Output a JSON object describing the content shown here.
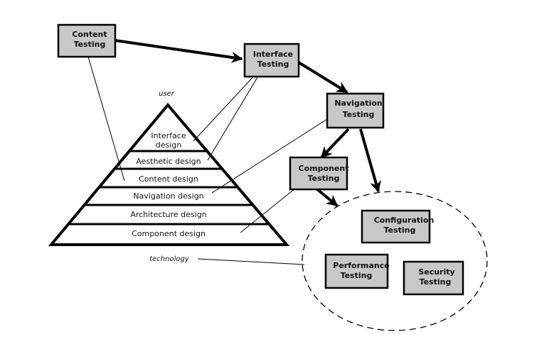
{
  "pyramid": {
    "top_label": "user",
    "bottom_label": "technology",
    "layers": [
      [
        "Interface",
        "design"
      ],
      [
        "Aesthetic design"
      ],
      [
        "Content design"
      ],
      [
        "Navigation design"
      ],
      [
        "Architecture design"
      ],
      [
        "Component design"
      ]
    ]
  },
  "testing_boxes": {
    "content": [
      "Content",
      "Testing"
    ],
    "interface": [
      "Interface",
      "Testing"
    ],
    "navigation": [
      "Navigation",
      "Testing"
    ],
    "component": [
      "Component",
      "Testing"
    ],
    "configuration": [
      "Configuration",
      "Testing"
    ],
    "performance": [
      "Performance",
      "Testing"
    ],
    "security": [
      "Security",
      "Testing"
    ]
  }
}
